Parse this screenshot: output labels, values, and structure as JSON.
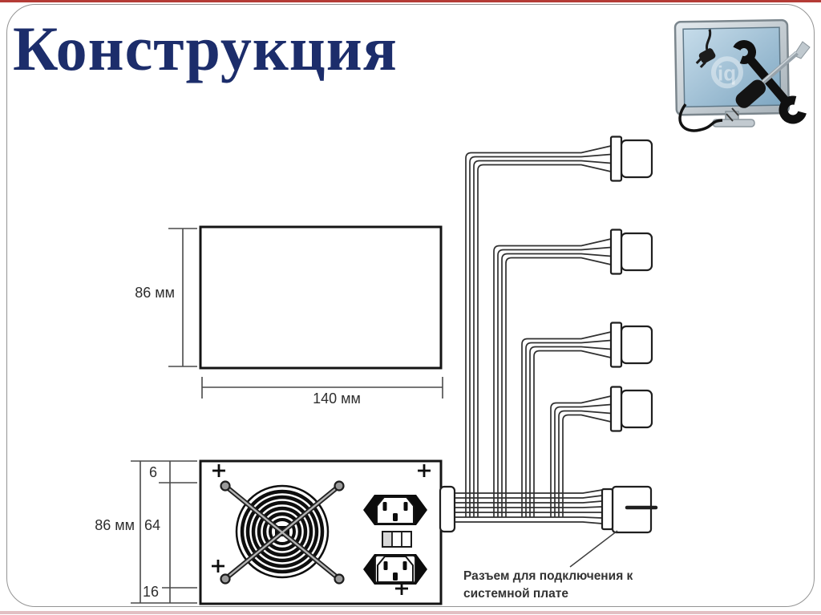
{
  "slide": {
    "title": "Конструкция"
  },
  "dimensions": {
    "top_view_height": "86 мм",
    "top_view_width": "140 мм",
    "front_view_height": "86 мм",
    "front_seg_top": "6",
    "front_seg_mid": "64",
    "front_seg_bottom": "16"
  },
  "callout": {
    "line1": "Разъем для подключения к",
    "line2": "системной плате"
  },
  "icons": {
    "clipart": "monitor-with-wrench-and-screwdriver-icon"
  },
  "colors": {
    "title_text": "#1c2d6b",
    "accent_top": "#b43b36",
    "accent_bottom": "#e2bfc3",
    "frame_border": "#949494",
    "diagram_line": "#303030"
  }
}
